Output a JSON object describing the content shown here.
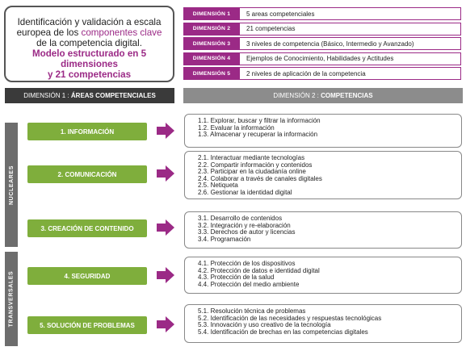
{
  "title": {
    "line1": "Identificación y validación a escala",
    "line2_prefix": "europea de los ",
    "line2_accent": "componentes clave",
    "line3": "de la competencia digital.",
    "line4": "Modelo estructurado en 5 dimensiones",
    "line5": "y 21 competencias"
  },
  "dimensions": [
    {
      "label": "DIMENSIÓN 1",
      "value": "5 areas competenciales"
    },
    {
      "label": "DIMENSIÓN 2",
      "value": "21 competencias"
    },
    {
      "label": "DIMENSIÓN 3",
      "value": "3 niveles de competencia (Básico, Intermedio y Avanzado)"
    },
    {
      "label": "DIMENSIÓN 4",
      "value": "Ejemplos de Conocimiento, Habilidades y Actitudes"
    },
    {
      "label": "DIMENSIÓN 5",
      "value": "2 niveles de aplicación de la competencia"
    }
  ],
  "headers": {
    "left_prefix": "DIMENSIÓN 1 : ",
    "left_bold": "ÁREAS COMPETENCIALES",
    "right_prefix": "DIMENSIÓN 2 : ",
    "right_bold": "COMPETENCIAS"
  },
  "groups": {
    "nucleares": "NUCLEARES",
    "transversales": "TRANSVERSALES"
  },
  "areas": [
    {
      "label": "1. INFORMACIÓN",
      "competencias": [
        "1.1. Explorar, buscar y filtrar la información",
        "1.2. Evaluar la información",
        "1.3. Almacenar y recuperar la información"
      ]
    },
    {
      "label": "2. COMUNICACIÓN",
      "competencias": [
        "2.1. Interactuar mediante tecnologías",
        "2.2. Compartir información y contenidos",
        "2.3. Participar en la ciudadanía online",
        "2.4. Colaborar a través de canales digitales",
        "2.5. Netiqueta",
        "2.6. Gestionar la identidad digital"
      ]
    },
    {
      "label": "3. CREACIÓN DE CONTENIDO",
      "competencias": [
        "3.1. Desarrollo de contenidos",
        "3.2. Integración y re-elaboración",
        "3.3. Derechos de autor y licencias",
        "3.4. Programación"
      ]
    },
    {
      "label": "4. SEGURIDAD",
      "competencias": [
        "4.1. Protección de los dispositivos",
        "4.2. Protección de datos e identidad digital",
        "4.3. Protección de la salud",
        "4.4. Protección del medio ambiente"
      ]
    },
    {
      "label": "5. SOLUCIÓN DE PROBLEMAS",
      "competencias": [
        "5.1. Resolución técnica de problemas",
        "5.2. Identificación de las necesidades y respuestas tecnológicas",
        "5.3. Innovación y uso creativo de la tecnología",
        "5.4. Identificación de brechas en las competencias digitales"
      ]
    }
  ],
  "colors": {
    "magenta": "#9b2a86",
    "green": "#7fae3c",
    "dark_header": "#3a3a3a",
    "gray_header": "#8c8c8c",
    "side_bar": "#6d6d6d"
  }
}
